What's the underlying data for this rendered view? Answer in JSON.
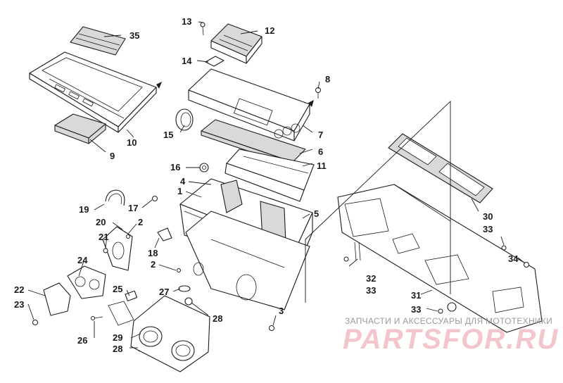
{
  "callouts": {
    "c1": "1",
    "c2a": "2",
    "c2b": "2",
    "c3": "3",
    "c4": "4",
    "c5": "5",
    "c6": "6",
    "c7": "7",
    "c8": "8",
    "c9": "9",
    "c10": "10",
    "c11": "11",
    "c12": "12",
    "c13": "13",
    "c14": "14",
    "c15": "15",
    "c16": "16",
    "c17": "17",
    "c18": "18",
    "c19": "19",
    "c20": "20",
    "c21": "21",
    "c22": "22",
    "c23": "23",
    "c24": "24",
    "c25": "25",
    "c26": "26",
    "c27": "27",
    "c28a": "28",
    "c28b": "28",
    "c29": "29",
    "c30": "30",
    "c31": "31",
    "c32": "32",
    "c33a": "33",
    "c33b": "33",
    "c33c": "33",
    "c34": "34",
    "c35": "35"
  },
  "watermark": {
    "text": "ЗАПЧАСТИ И АКСЕССУАРЫ ДЛЯ МОТОТЕХНИКИ",
    "logo": "PARTSFOR.RU"
  }
}
